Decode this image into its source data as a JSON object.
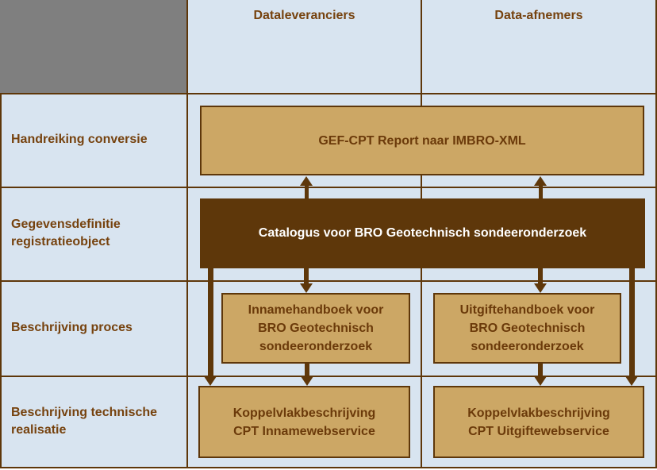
{
  "colors": {
    "background_blue": "#D8E4F0",
    "corner_gray": "#7F7F7F",
    "box_tan": "#CCA765",
    "dark_brown": "#5E370A",
    "label_brown": "#76420E",
    "catalog_text_white": "#FFFFFF"
  },
  "columns": [
    {
      "label": "Dataleveranciers"
    },
    {
      "label": "Data-afnemers"
    }
  ],
  "row_labels": [
    "Handreiking conversie",
    "Gegevensdefinitie\nregistratieobject",
    "Beschrijving proces",
    "Beschrijving technische\nrealisatie"
  ],
  "boxes": {
    "handreiking": {
      "label": "GEF-CPT Report naar IMBRO-XML"
    },
    "catalogus": {
      "label": "Catalogus voor BRO Geotechnisch sondeeronderzoek"
    },
    "innamehandboek": {
      "label": "Innamehandboek voor\nBRO Geotechnisch\nsondeeronderzoek"
    },
    "uitgiftehandboek": {
      "label": "Uitgiftehandboek voor\nBRO Geotechnisch\nsondeeronderzoek"
    },
    "koppelvlak_inname": {
      "label": "Koppelvlakbeschrijving\nCPT Innamewebservice"
    },
    "koppelvlak_uitgifte": {
      "label": "Koppelvlakbeschrijving\nCPT Uitgiftewebservice"
    }
  }
}
